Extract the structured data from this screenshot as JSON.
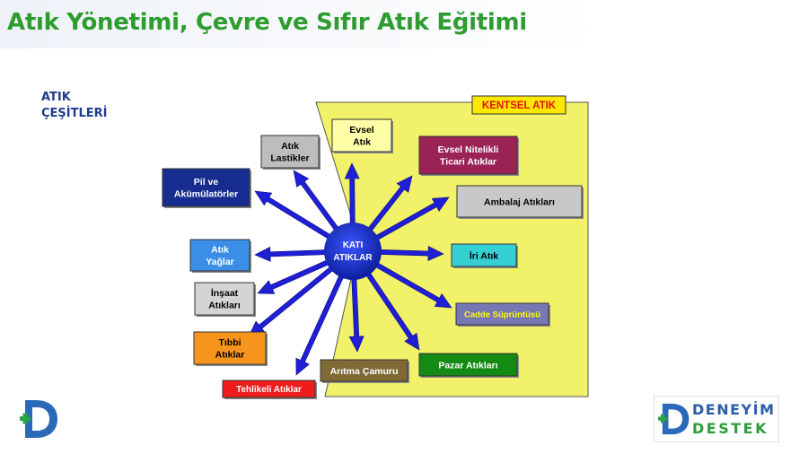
{
  "title": "Atık Yönetimi, Çevre ve Sıfır Atık Eğitimi",
  "side_label": [
    "ATIK",
    "ÇEŞİTLERİ"
  ],
  "colors": {
    "title": "#2d9d2f",
    "panel": "#f2f26a",
    "arrows": "#1f1fd6",
    "center": "#1a2fc8"
  },
  "diagram": {
    "panel_label": "KENTSEL ATIK",
    "center": [
      "KATI",
      "ATIKLAR"
    ],
    "nodes": [
      {
        "id": "evsel-atik",
        "lines": [
          "Evsel",
          "Atık"
        ]
      },
      {
        "id": "evsel-nitelikli",
        "lines": [
          "Evsel Nitelikli",
          "Ticari Atıklar"
        ]
      },
      {
        "id": "ambalaj",
        "lines": [
          "Ambalaj Atıkları"
        ]
      },
      {
        "id": "iri-atik",
        "lines": [
          "İri Atık"
        ]
      },
      {
        "id": "cadde",
        "lines": [
          "Cadde Süprüntüsü"
        ]
      },
      {
        "id": "pazar",
        "lines": [
          "Pazar Atıkları"
        ]
      },
      {
        "id": "aritma",
        "lines": [
          "Arıtma Çamuru"
        ]
      },
      {
        "id": "tehlikeli",
        "lines": [
          "Tehlikeli Atıklar"
        ]
      },
      {
        "id": "tibbi",
        "lines": [
          "Tıbbi",
          "Atıklar"
        ]
      },
      {
        "id": "insaat",
        "lines": [
          "İnşaat",
          "Atıkları"
        ]
      },
      {
        "id": "atik-yaglar",
        "lines": [
          "Atık",
          "Yağlar"
        ]
      },
      {
        "id": "pil",
        "lines": [
          "Pil ve",
          "Akümülatörler"
        ]
      },
      {
        "id": "lastikler",
        "lines": [
          "Atık",
          "Lastikler"
        ]
      }
    ]
  },
  "logos": {
    "right_top": "DENEYİM",
    "right_bottom": "DESTEK"
  }
}
